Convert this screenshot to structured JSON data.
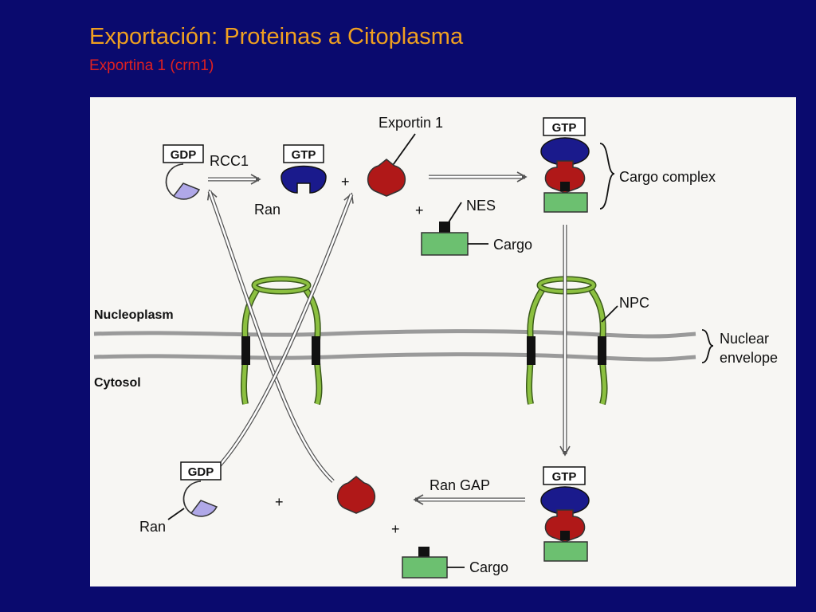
{
  "slide": {
    "title": "Exportación: Proteinas a Citoplasma",
    "subtitle": "Exportina 1 (crm1)"
  },
  "diagram": {
    "gdp_top": "GDP",
    "rcc1": "RCC1",
    "gtp_top": "GTP",
    "ran_top": "Ran",
    "exportin": "Exportin 1",
    "plus": "+",
    "gtp_complex_top": "GTP",
    "cargo_complex": "Cargo complex",
    "nes": "NES",
    "cargo_top": "Cargo",
    "npc": "NPC",
    "nucleoplasm": "Nucleoplasm",
    "cytosol": "Cytosol",
    "nuclear_envelope_1": "Nuclear",
    "nuclear_envelope_2": "envelope",
    "gdp_bottom": "GDP",
    "ran_bottom": "Ran",
    "ran_gap": "Ran GAP",
    "gtp_complex_bottom": "GTP",
    "cargo_bottom": "Cargo"
  },
  "colors": {
    "background": "#0a0a6e",
    "title": "#f0a020",
    "subtitle": "#e02020",
    "ran_gdp": "#b0a8e8",
    "ran_gtp": "#1a1a8c",
    "exportin": "#b01818",
    "cargo": "#6cc070",
    "npc": "#8cc040"
  }
}
